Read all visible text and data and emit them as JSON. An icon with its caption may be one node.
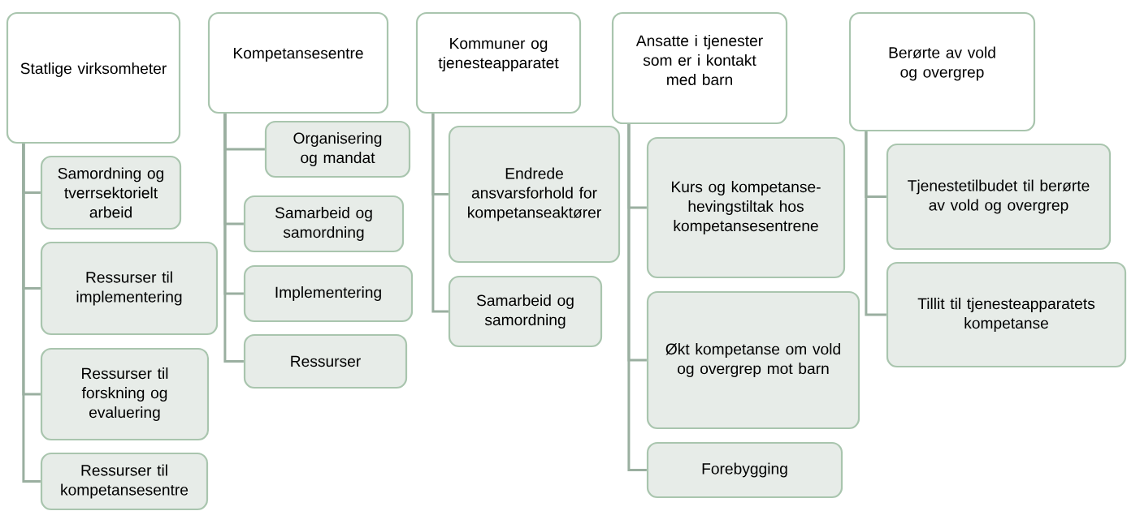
{
  "diagram": {
    "nodes": [
      {
        "text": [
          "Statlige virksomheter"
        ]
      },
      {
        "text": [
          "Samordning og tverrsektorielt arbeid"
        ]
      },
      {
        "text": [
          "Ressurser til implementering"
        ]
      },
      {
        "text": [
          "Ressurser til forskning og evaluering"
        ]
      },
      {
        "text": [
          "Ressurser til kompetansesentre"
        ]
      },
      {
        "text": [
          "Kompetansesentre"
        ]
      },
      {
        "text": [
          "Organisering og mandat"
        ]
      },
      {
        "text": [
          "Samarbeid og samordning"
        ]
      },
      {
        "text": [
          "Implementering"
        ]
      },
      {
        "text": [
          "Ressurser"
        ]
      },
      {
        "text": [
          "Kommuner og tjenesteapparatet"
        ]
      },
      {
        "text": [
          "Endrede ansvarsforhold for kompetanseaktører"
        ]
      },
      {
        "text": [
          "Samarbeid og samordning"
        ]
      },
      {
        "text": [
          "Ansatte i tjenester som er i kontakt med barn"
        ]
      },
      {
        "text": [
          "Kurs og kompetanse-hevingstiltak hos kompetansesentrene"
        ]
      },
      {
        "text": [
          "Økt kompetanse om vold og overgrep mot barn"
        ]
      },
      {
        "text": [
          "Forebygging"
        ]
      },
      {
        "text": [
          "Berørte av vold og overgrep"
        ]
      },
      {
        "text": [
          "Tjenestetilbudet til berørte av vold og overgrep"
        ]
      },
      {
        "text": [
          "Tillit til tjenesteapparatets kompetanse"
        ]
      }
    ],
    "edges": [
      {
        "from": 0,
        "to": 1,
        "arrow": "none"
      },
      {
        "from": 0,
        "to": 2,
        "arrow": "none"
      },
      {
        "from": 0,
        "to": 3,
        "arrow": "none"
      },
      {
        "from": 0,
        "to": 4,
        "arrow": "none"
      },
      {
        "from": 5,
        "to": 6,
        "arrow": "none"
      },
      {
        "from": 5,
        "to": 7,
        "arrow": "none"
      },
      {
        "from": 5,
        "to": 8,
        "arrow": "none"
      },
      {
        "from": 5,
        "to": 9,
        "arrow": "none"
      },
      {
        "from": 10,
        "to": 11,
        "arrow": "none"
      },
      {
        "from": 10,
        "to": 12,
        "arrow": "none"
      },
      {
        "from": 13,
        "to": 14,
        "arrow": "none"
      },
      {
        "from": 13,
        "to": 15,
        "arrow": "none"
      },
      {
        "from": 13,
        "to": 16,
        "arrow": "none"
      },
      {
        "from": 17,
        "to": 18,
        "arrow": "none"
      },
      {
        "from": 17,
        "to": 19,
        "arrow": "none"
      }
    ]
  }
}
